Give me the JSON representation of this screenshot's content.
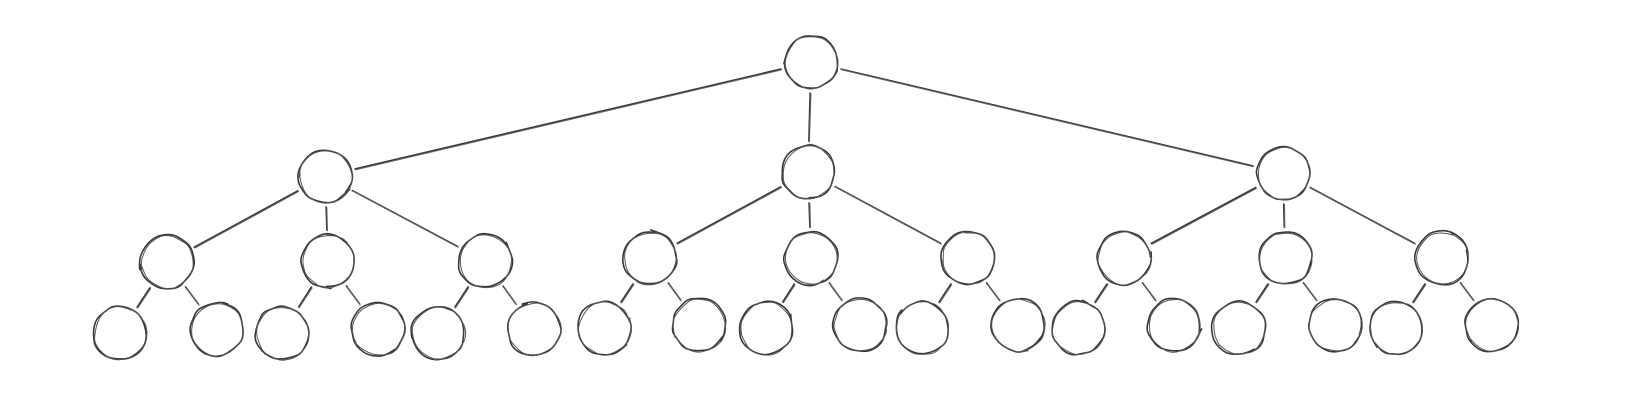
{
  "diagram": {
    "type": "tree",
    "branching": [
      3,
      3,
      2
    ],
    "stroke_color": "#3a3a3a",
    "background_color": "#ffffff",
    "style": "hand-drawn",
    "labels": []
  }
}
